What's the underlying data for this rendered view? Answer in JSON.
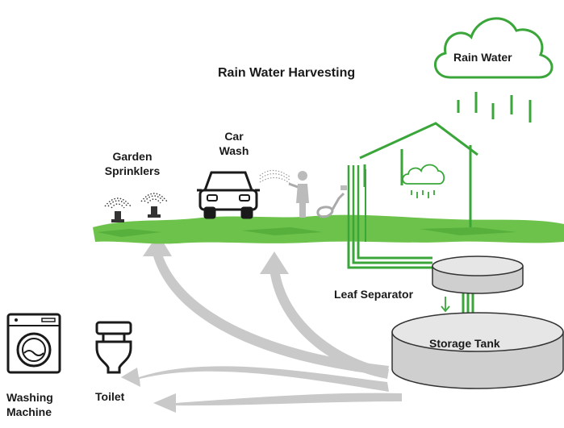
{
  "title": "Rain Water Harvesting",
  "labels": {
    "rain_water": "Rain Water",
    "car_wash_1": "Car",
    "car_wash_2": "Wash",
    "garden_1": "Garden",
    "garden_2": "Sprinklers",
    "leaf_separator": "Leaf Separator",
    "storage_tank": "Storage Tank",
    "washing_1": "Washing",
    "washing_2": "Machine",
    "toilet": "Toilet"
  },
  "colors": {
    "green": "#3aa63a",
    "grass": "#6cc24a",
    "arrow_gray": "#c9c9c9",
    "tank_gray": "#cfcfcf",
    "ink": "#1a1a1a"
  },
  "icons": [
    "cloud-icon",
    "house-icon",
    "car-icon",
    "sprinkler-icon",
    "person-hose-icon",
    "washing-machine-icon",
    "toilet-icon",
    "tank-icon"
  ]
}
